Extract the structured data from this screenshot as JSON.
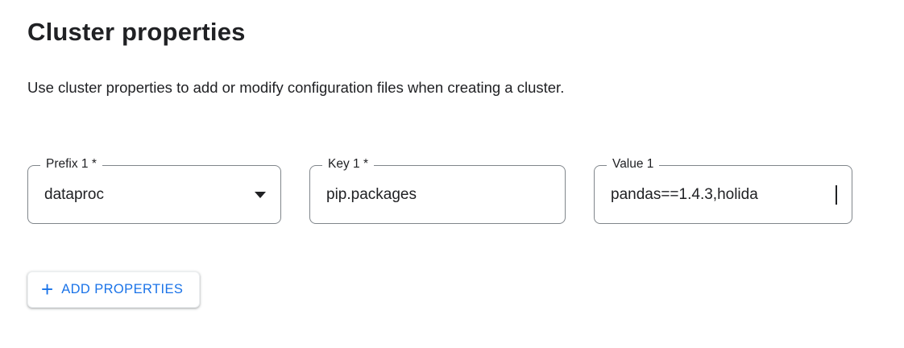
{
  "page": {
    "title": "Cluster properties",
    "description": "Use cluster properties to add or modify configuration files when creating a cluster."
  },
  "fields": {
    "prefix": {
      "label": "Prefix 1 *",
      "value": "dataproc"
    },
    "key": {
      "label": "Key 1 *",
      "value": "pip.packages"
    },
    "value": {
      "label": "Value 1",
      "value": "pandas==1.4.3,holida"
    }
  },
  "buttons": {
    "add_properties": {
      "plus": "+",
      "label": "ADD PROPERTIES"
    }
  },
  "icons": {
    "dropdown_caret": "caret-down-icon",
    "text_cursor": "text-cursor"
  },
  "colors": {
    "accent_blue": "#1a73e8",
    "text": "#202124",
    "field_border": "#80868b",
    "background": "#ffffff"
  }
}
